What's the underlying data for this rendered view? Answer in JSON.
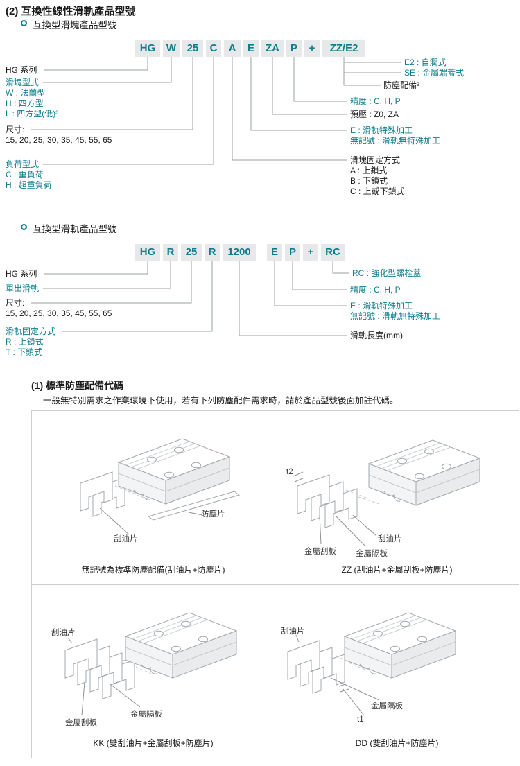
{
  "colors": {
    "accent": "#107c8c",
    "segment_bg": "#e7e8e9"
  },
  "page_title": "(2) 互換性線性滑軌產品型號",
  "block_diagram": {
    "heading": "互換型滑塊產品型號",
    "model": [
      "HG",
      "W",
      "25",
      "C",
      "A",
      "E",
      "ZA",
      "P",
      "+",
      "ZZ/E2"
    ],
    "labels": {
      "series": "HG 系列",
      "type_title": "滑塊型式",
      "type_w": "W : 法蘭型",
      "type_h": "H : 四方型",
      "type_l": "L : 四方型(低)³",
      "size_title": "尺寸:",
      "sizes": "15, 20, 25, 30, 35, 45, 55, 65",
      "load_title": "負荷型式",
      "load_c": "C : 重負荷",
      "load_h": "H : 超重負荷",
      "e2": "E2 : 自潤式",
      "se": "SE : 金屬端蓋式",
      "dust": "防塵配備²",
      "precision": "精度 : C, H, P",
      "preload": "預壓 : Z0, ZA",
      "rail_special": "E : 滑軌特殊加工",
      "rail_plain": "無記號 : 滑軌無特殊加工",
      "fix_title": "滑塊固定方式",
      "fix_a": "A : 上鎖式",
      "fix_b": "B : 下鎖式",
      "fix_c": "C : 上或下鎖式"
    }
  },
  "rail_diagram": {
    "heading": "互換型滑軌產品型號",
    "model": [
      "HG",
      "R",
      "25",
      "R",
      "1200",
      "E",
      "P",
      "+",
      "RC"
    ],
    "labels": {
      "series": "HG 系列",
      "single_rail": "單出滑軌",
      "size_title": "尺寸:",
      "sizes": "15, 20, 25, 30, 35, 45, 55, 65",
      "fix_title": "滑軌固定方式",
      "fix_r": "R : 上鎖式",
      "fix_t": "T : 下鎖式",
      "rc": "RC : 強化型螺栓蓋",
      "precision": "精度 : C, H, P",
      "rail_special": "E : 滑軌特殊加工",
      "rail_plain": "無記號 : 滑軌無特殊加工",
      "rail_length": "滑軌長度(mm)"
    }
  },
  "dust_section": {
    "title": "(1) 標準防塵配備代碼",
    "description": "一般無特別需求之作業環境下使用，若有下列防塵配件需求時，請於產品型號後面加註代碼。",
    "cells": {
      "standard": {
        "caption": "無記號為標準防塵配備(刮油片+防塵片)",
        "label_scraper": "刮油片",
        "label_seal": "防塵片"
      },
      "zz": {
        "caption": "ZZ (刮油片+金屬刮板+防塵片)",
        "label_t2": "t2",
        "label_scraper": "刮油片",
        "label_metal_scraper": "金屬刮板",
        "label_metal_spacer": "金屬隔板"
      },
      "kk": {
        "caption": "KK (雙刮油片+金屬刮板+防塵片)",
        "label_scraper": "刮油片",
        "label_metal_scraper": "金屬刮板",
        "label_metal_spacer": "金屬隔板"
      },
      "dd": {
        "caption": "DD (雙刮油片+防塵片)",
        "label_scraper": "刮油片",
        "label_metal_spacer": "金屬隔板",
        "label_t1": "t1"
      }
    }
  }
}
